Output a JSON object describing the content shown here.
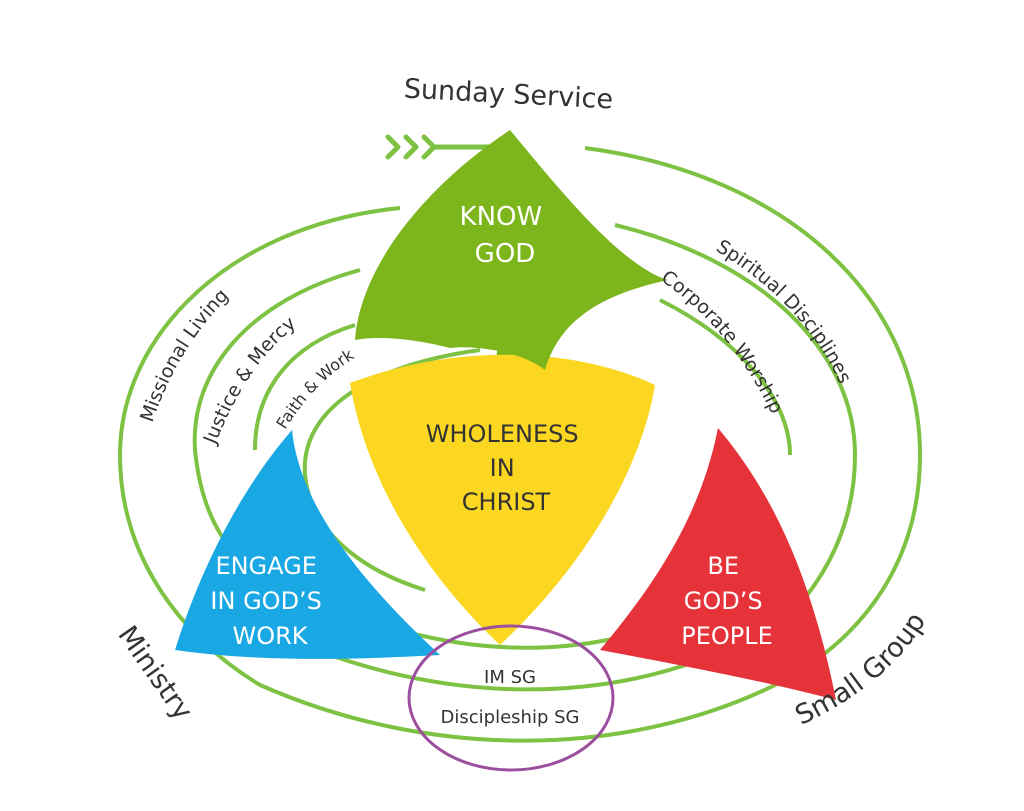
{
  "labels": {
    "top": "Sunday Service",
    "left": "Ministry",
    "right": "Small Group"
  },
  "segments": {
    "know_god": [
      "KNOW",
      "GOD"
    ],
    "engage": [
      "ENGAGE",
      "IN GOD’S",
      "WORK"
    ],
    "be_people": [
      "BE",
      "GOD’S",
      "PEOPLE"
    ],
    "center": [
      "WHOLENESS",
      "IN",
      "CHRIST"
    ]
  },
  "rings_left": [
    "Missional Living",
    "Justice & Mercy",
    "Faith & Work"
  ],
  "rings_right": [
    "Spiritual Disciplines",
    "Corporate Worship"
  ],
  "rings_bottom": [
    "IM SG",
    "Discipleship SG"
  ],
  "colors": {
    "green": "#7cb51c",
    "blue": "#1aa8e5",
    "red": "#e63339",
    "yellow": "#fcd722",
    "ring": "#7dc242",
    "highlight": "#9b4f9e"
  }
}
